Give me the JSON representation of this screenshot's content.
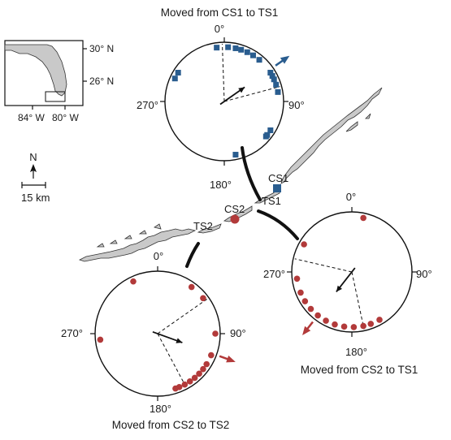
{
  "inset": {
    "lat_labels": [
      "30° N",
      "26° N"
    ],
    "lon_labels": [
      "84° W",
      "80° W"
    ]
  },
  "scale": {
    "north_label": "N",
    "bar_label": "15 km"
  },
  "sites": {
    "cs1": "CS1",
    "ts1": "TS1",
    "cs2": "CS2",
    "ts2": "TS2"
  },
  "panels": [
    {
      "id": "cs1_to_ts1",
      "title": "Moved from CS1 to TS1",
      "bearings": [
        "0°",
        "90°",
        "180°",
        "270°"
      ],
      "marker": "square",
      "color": "#2a5d8f",
      "points_deg": [
        352,
        4,
        12,
        18,
        25,
        32,
        40,
        58,
        62,
        66,
        72,
        80,
        295,
        302,
        122,
        128,
        130,
        168
      ],
      "mean_arrow_deg": 55,
      "arc_deg": [
        358,
        75
      ]
    },
    {
      "id": "cs2_to_ts1",
      "title": "Moved from CS2 to TS1",
      "bearings": [
        "0°",
        "90°",
        "180°",
        "270°"
      ],
      "marker": "circle",
      "color": "#b23a3a",
      "points_deg": [
        12,
        300,
        263,
        248,
        238,
        228,
        218,
        208,
        198,
        188,
        178,
        168,
        160,
        150
      ],
      "mean_arrow_deg": 218,
      "arc_deg": [
        283,
        168
      ]
    },
    {
      "id": "cs2_to_ts2",
      "title": "Moved from CS2 to TS2",
      "bearings": [
        "0°",
        "90°",
        "180°",
        "270°"
      ],
      "marker": "circle",
      "color": "#b23a3a",
      "points_deg": [
        335,
        36,
        52,
        90,
        112,
        122,
        128,
        134,
        140,
        146,
        152,
        158,
        162,
        264
      ],
      "mean_arrow_deg": 110,
      "arc_deg": [
        55,
        152
      ]
    }
  ]
}
